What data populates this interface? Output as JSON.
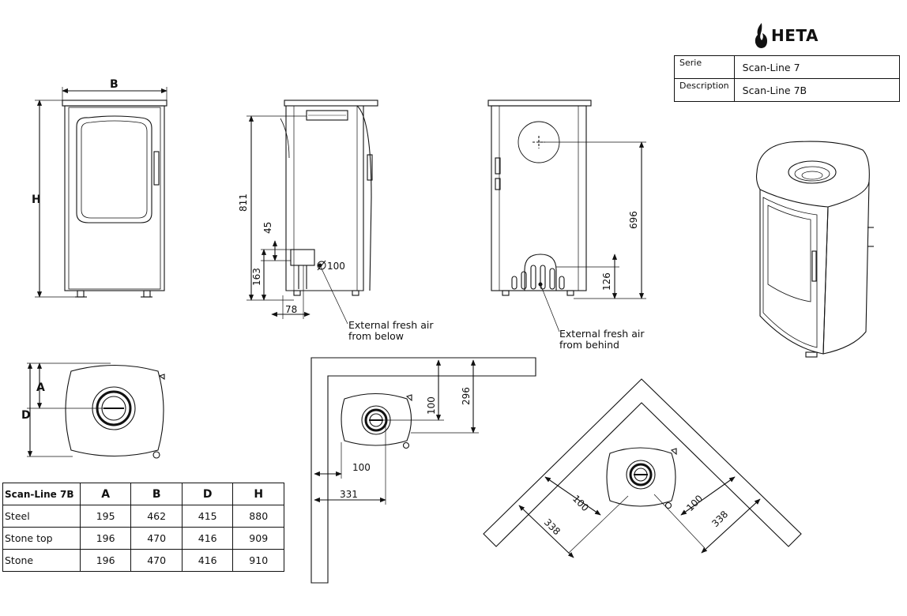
{
  "brand": {
    "name": "HETA"
  },
  "info_box": {
    "rows": [
      {
        "key": "Serie",
        "value": "Scan-Line 7"
      },
      {
        "key": "Description",
        "value": "Scan-Line 7B"
      }
    ]
  },
  "front_view": {
    "width_label": "B",
    "height_label": "H"
  },
  "side_view": {
    "dims": {
      "height": "811",
      "offset": "45",
      "inlet_height": "163",
      "depth": "78",
      "diameter": "100"
    },
    "note_line1": "External fresh air",
    "note_line2": "from below"
  },
  "back_view": {
    "dims": {
      "flue_height": "696",
      "inlet_height": "126"
    },
    "note_line1": "External fresh air",
    "note_line2": "from behind"
  },
  "top_view": {
    "a_label": "A",
    "d_label": "D"
  },
  "wall_install": {
    "dims": {
      "d100_vertical": "100",
      "d296": "296",
      "d100_horizontal": "100",
      "d331": "331"
    }
  },
  "corner_install": {
    "dims": {
      "left_100": "100",
      "left_338": "338",
      "right_100": "100",
      "right_338": "338"
    }
  },
  "dims_table": {
    "headers": [
      "Scan-Line 7B",
      "A",
      "B",
      "D",
      "H"
    ],
    "rows": [
      [
        "Steel",
        "195",
        "462",
        "415",
        "880"
      ],
      [
        "Stone top",
        "196",
        "470",
        "416",
        "909"
      ],
      [
        "Stone",
        "196",
        "470",
        "416",
        "910"
      ]
    ]
  }
}
